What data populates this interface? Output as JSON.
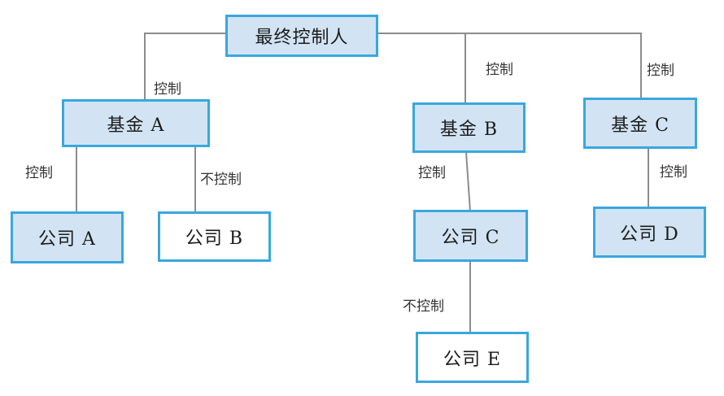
{
  "nodes": {
    "ultimate": "最终控制人",
    "fund_a": "基金 A",
    "fund_b": "基金 B",
    "fund_c": "基金 C",
    "company_a": "公司 A",
    "company_b": "公司 B",
    "company_c": "公司 C",
    "company_d": "公司 D",
    "company_e": "公司 E"
  },
  "edge_labels": {
    "ultimate_fund_a": "控制",
    "ultimate_fund_b": "控制",
    "ultimate_fund_c": "控制",
    "fund_a_company_a": "控制",
    "fund_a_company_b": "不控制",
    "fund_b_company_c": "控制",
    "fund_c_company_d": "控制",
    "company_c_company_e": "不控制"
  },
  "colors": {
    "border": "#39a7df",
    "controlled_fill": "#d2e4f3",
    "uncontrolled_fill": "#ffffff",
    "line": "#8c8c8c"
  }
}
